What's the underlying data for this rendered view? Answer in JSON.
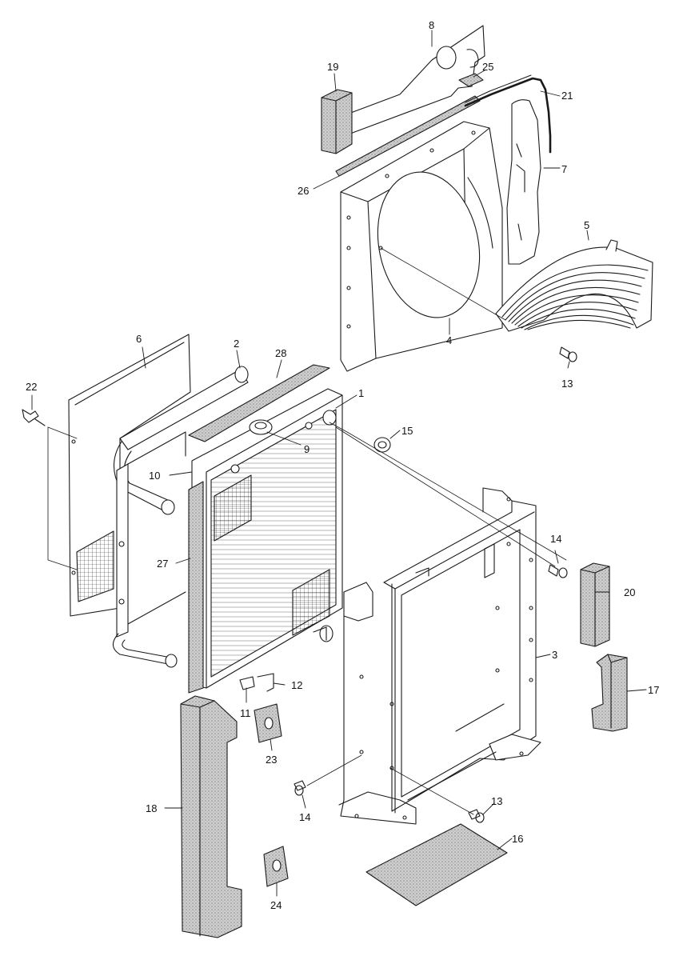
{
  "diagram": {
    "type": "exploded-parts-drawing",
    "callouts": [
      {
        "id": "c1",
        "label": "1"
      },
      {
        "id": "c2",
        "label": "2"
      },
      {
        "id": "c3",
        "label": "3"
      },
      {
        "id": "c4",
        "label": "4"
      },
      {
        "id": "c5",
        "label": "5"
      },
      {
        "id": "c6",
        "label": "6"
      },
      {
        "id": "c7",
        "label": "7"
      },
      {
        "id": "c8",
        "label": "8"
      },
      {
        "id": "c9",
        "label": "9"
      },
      {
        "id": "c10",
        "label": "10"
      },
      {
        "id": "c11",
        "label": "11"
      },
      {
        "id": "c12",
        "label": "12"
      },
      {
        "id": "c13a",
        "label": "13"
      },
      {
        "id": "c13b",
        "label": "13"
      },
      {
        "id": "c14",
        "label": "14"
      },
      {
        "id": "c15",
        "label": "15"
      },
      {
        "id": "c16",
        "label": "16"
      },
      {
        "id": "c17",
        "label": "17"
      },
      {
        "id": "c18",
        "label": "18"
      },
      {
        "id": "c19",
        "label": "19"
      },
      {
        "id": "c20",
        "label": "20"
      },
      {
        "id": "c21",
        "label": "21"
      },
      {
        "id": "c22",
        "label": "22"
      },
      {
        "id": "c23",
        "label": "23"
      },
      {
        "id": "c24",
        "label": "24"
      },
      {
        "id": "c25",
        "label": "25"
      },
      {
        "id": "c26",
        "label": "26"
      },
      {
        "id": "c27",
        "label": "27"
      },
      {
        "id": "c28",
        "label": "28"
      },
      {
        "id": "c29",
        "label": "29"
      }
    ],
    "colors": {
      "line": "#1a1a1a",
      "foam": "#bdbdbd",
      "background": "#ffffff"
    }
  }
}
